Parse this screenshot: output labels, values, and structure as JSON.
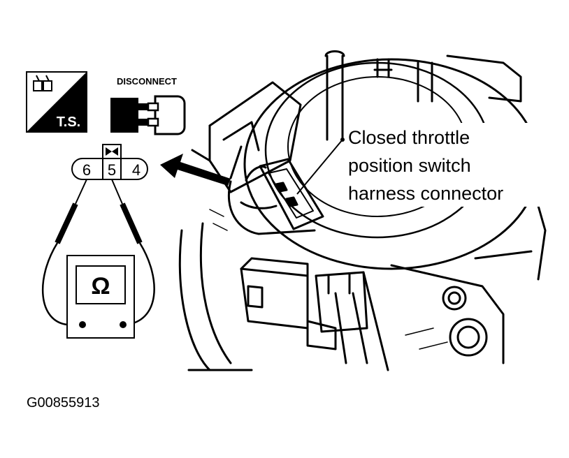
{
  "ts_icon": {
    "label": "T.S."
  },
  "disconnect_icon": {
    "label": "DISCONNECT"
  },
  "connector_pins": [
    "6",
    "5",
    "4"
  ],
  "meter": {
    "symbol": "Ω"
  },
  "callout": {
    "lines": [
      "Closed throttle",
      "position switch",
      "harness connector"
    ]
  },
  "figure_id": "G00855913",
  "colors": {
    "ink": "#000000",
    "paper": "#ffffff"
  }
}
